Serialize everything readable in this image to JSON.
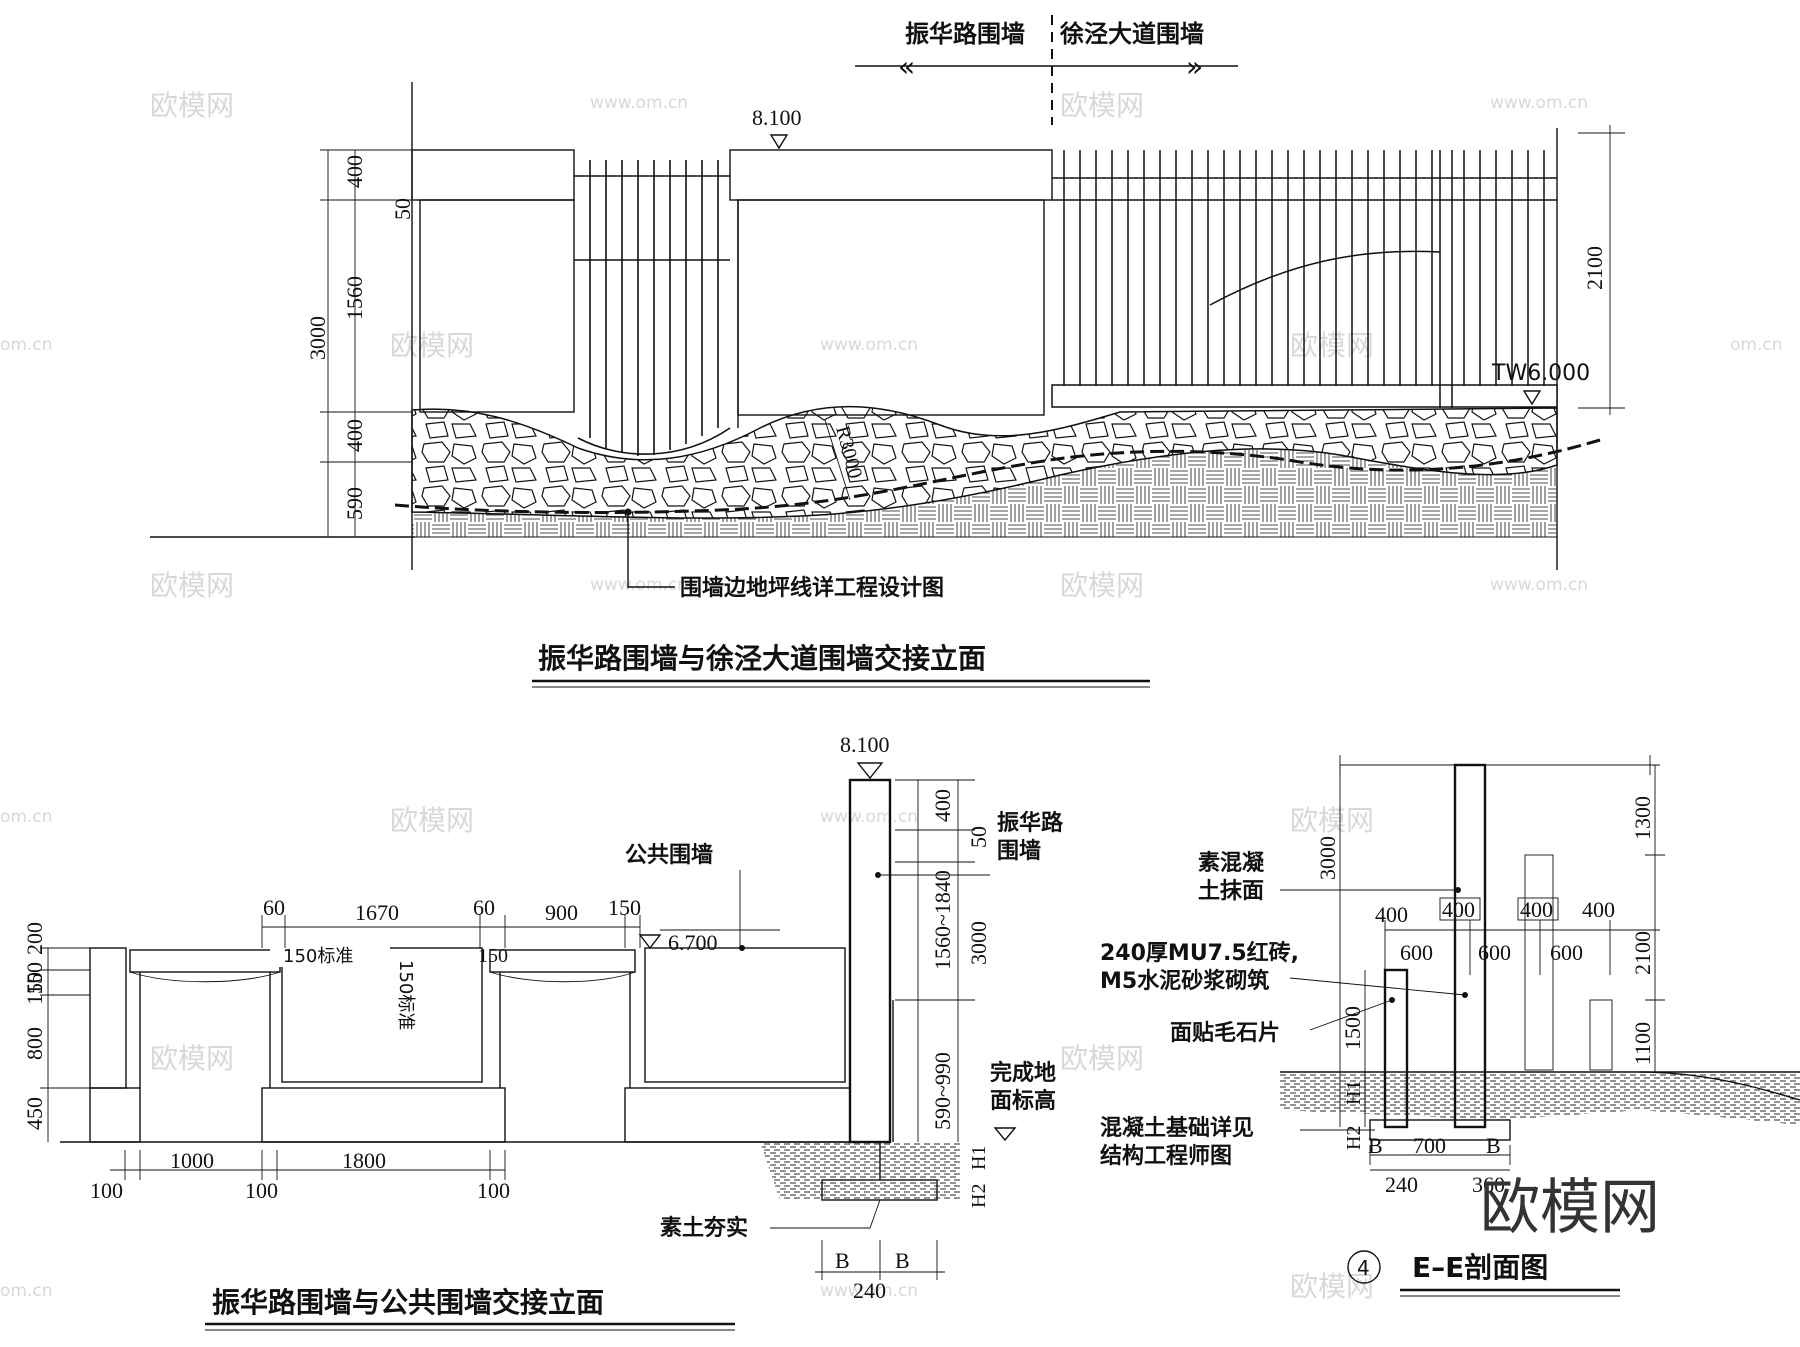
{
  "watermarks": {
    "brand_cn": "欧模网",
    "site": "www.om.cn",
    "site_short": "om.cn"
  },
  "top_elevation": {
    "title": "振华路围墙与徐泾大道围墙交接立面",
    "boundary_left": "振华路围墙",
    "boundary_right": "徐泾大道围墙",
    "arrow_left": "«",
    "arrow_right": "»",
    "elev_top": "8.100",
    "elev_tw": "TW6.000",
    "dims_left": [
      "400",
      "50",
      "1560",
      "3000",
      "400",
      "590"
    ],
    "dim_right": "2100",
    "radius": "R3000",
    "ground_note": "围墙边地坪线详工程设计图"
  },
  "bottom_left": {
    "title": "振华路围墙与公共围墙交接立面",
    "label_public_wall": "公共围墙",
    "label_zhenhua_1": "振华路",
    "label_zhenhua_2": "围墙",
    "label_finish_1": "完成地",
    "label_finish_2": "面标高",
    "label_soil": "素土夯实",
    "elev_top": "8.100",
    "elev_mid": "6.700",
    "dims_top": [
      "60",
      "1670",
      "60",
      "900",
      "150"
    ],
    "dims_left": [
      "200",
      "150",
      "150",
      "800",
      "450"
    ],
    "dims_bottom_main": [
      "1000",
      "1800"
    ],
    "dims_bottom_small": [
      "100",
      "100",
      "100"
    ],
    "inner_labels": [
      "150标准",
      "150",
      "150标准"
    ],
    "dims_column": [
      "400",
      "50",
      "1560~1840",
      "3000",
      "590~990",
      "H2",
      "H1"
    ],
    "dims_foot": [
      "B",
      "B",
      "240"
    ]
  },
  "section_ee": {
    "number": "4",
    "title": "E–E剖面图",
    "label_plaster_1": "素混凝",
    "label_plaster_2": "土抹面",
    "label_brick_1": "240厚MU7.5红砖,",
    "label_brick_2": "M5水泥砂浆砌筑",
    "label_stone": "面贴毛石片",
    "label_found_1": "混凝土基础详见",
    "label_found_2": "结构工程师图",
    "dims_top": [
      "400",
      "400",
      "400",
      "400"
    ],
    "dims_mid": [
      "600",
      "600",
      "600"
    ],
    "dims_left": [
      "3000",
      "1500",
      "H2",
      "H1"
    ],
    "dims_right": [
      "1300",
      "2100",
      "1100"
    ],
    "dims_bottom": [
      "B",
      "700",
      "B",
      "240",
      "360"
    ]
  }
}
